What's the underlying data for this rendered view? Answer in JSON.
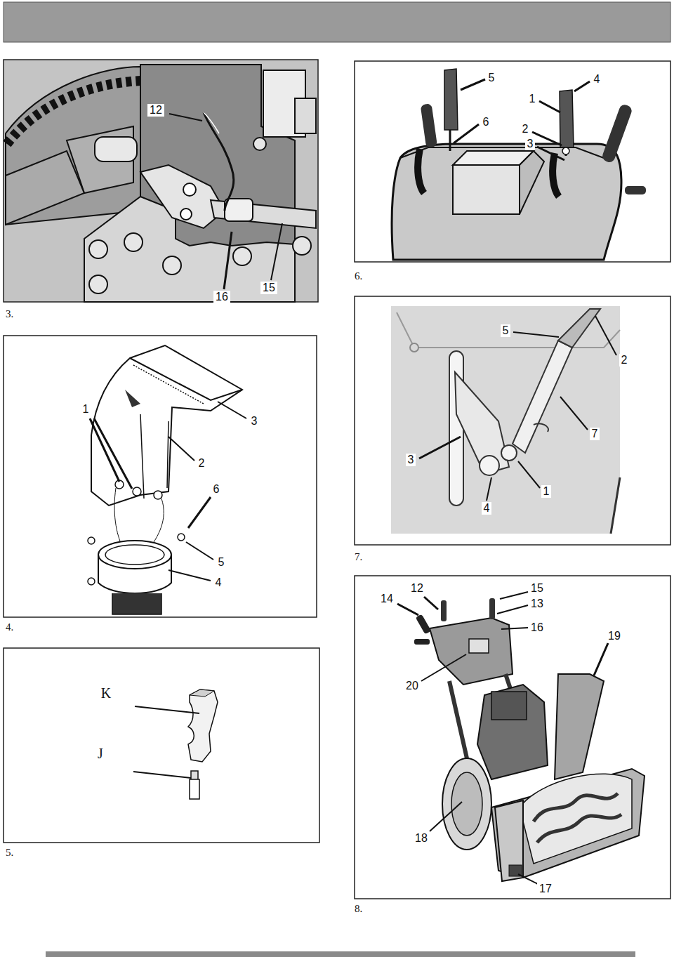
{
  "diagram": {
    "labels": [
      "12",
      "16",
      "15",
      "3.",
      "5",
      "4",
      "1",
      "6",
      "2",
      "3",
      "6.",
      "1",
      "3",
      "2",
      "6",
      "5",
      "4",
      "4.",
      "5",
      "2",
      "7",
      "3",
      "1",
      "4",
      "7.",
      "K",
      "J",
      "5.",
      "12",
      "15",
      "14",
      "13",
      "16",
      "19",
      "20",
      "18",
      "17",
      "8."
    ]
  }
}
